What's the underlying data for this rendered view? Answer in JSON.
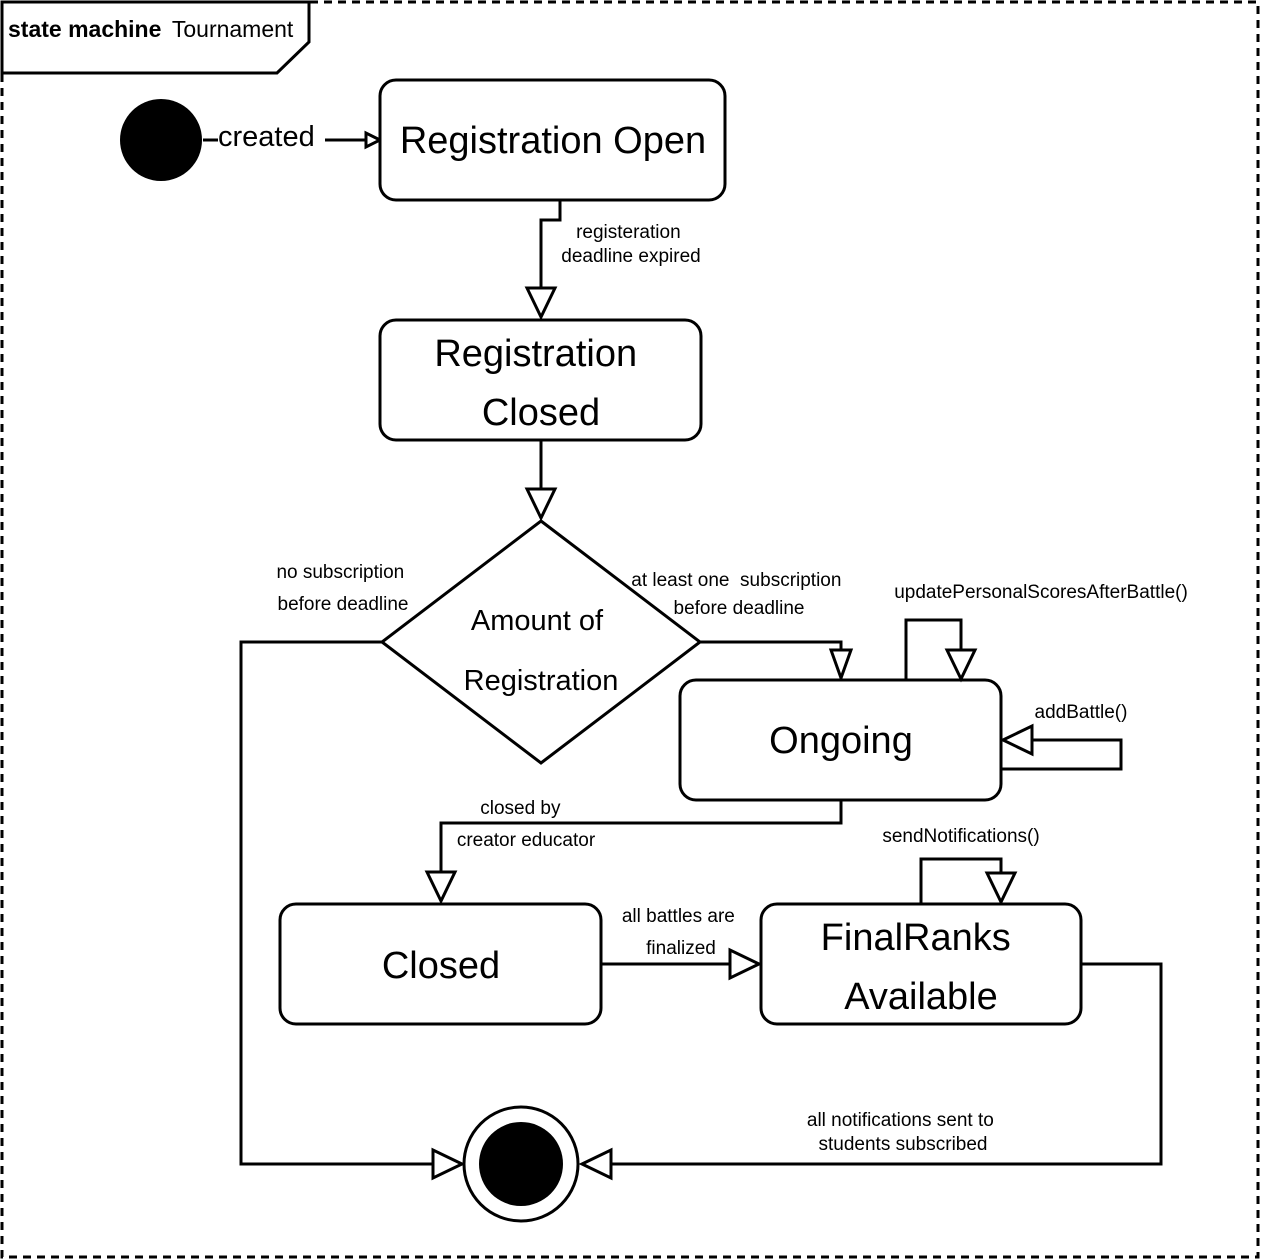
{
  "frame": {
    "keyword": "state machine",
    "name": "Tournament"
  },
  "initial": {
    "trigger": "created"
  },
  "states": {
    "registration_open": {
      "label": "Registration Open"
    },
    "registration_closed": {
      "line1": "Registration",
      "line2": "Closed"
    },
    "ongoing": {
      "label": "Ongoing"
    },
    "closed": {
      "label": "Closed"
    },
    "final_ranks": {
      "line1": "FinalRanks",
      "line2": "Available"
    }
  },
  "decision": {
    "line1": "Amount of",
    "line2": "Registration"
  },
  "transitions": {
    "deadline_expired": {
      "line1": "registeration",
      "line2": "deadline expired"
    },
    "no_subscription": {
      "line1": "no subscription",
      "line2": "before deadline"
    },
    "at_least_one": {
      "line1": "at least one  subscription",
      "line2": "before deadline"
    },
    "update_scores": {
      "label": "updatePersonalScoresAfterBattle()"
    },
    "add_battle": {
      "label": "addBattle()"
    },
    "closed_by": {
      "line1": "closed by",
      "line2": "creator educator"
    },
    "send_notifications": {
      "label": "sendNotifications()"
    },
    "battles_finalized": {
      "line1": "all battles are",
      "line2": "finalized"
    },
    "notifications_sent": {
      "line1": "all notifications sent to",
      "line2": "students subscribed"
    }
  },
  "colors": {
    "stroke": "#000000",
    "fill": "#ffffff",
    "node_fill": "#000000"
  }
}
